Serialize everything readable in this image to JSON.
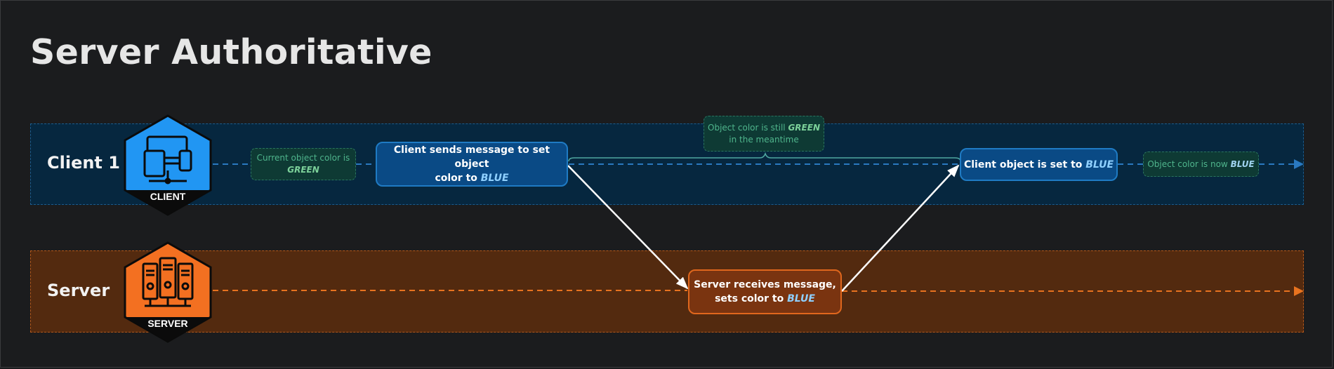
{
  "title": "Server Authoritative",
  "lanes": {
    "client": {
      "label": "Client 1",
      "badge": "CLIENT",
      "color": "#2196f3"
    },
    "server": {
      "label": "Server",
      "badge": "SERVER",
      "color": "#f37021"
    }
  },
  "notes": {
    "current": {
      "line1": "Current object color is",
      "value": "GREEN"
    },
    "meantime": {
      "pre": "Object color is still",
      "value": "GREEN",
      "line2": "in the meantime"
    },
    "now": {
      "pre": "Object color is now",
      "value": "BLUE"
    }
  },
  "boxes": {
    "client_send": {
      "line1": "Client sends message to set object",
      "line2_pre": "color to",
      "value": "BLUE"
    },
    "server_recv": {
      "line1": "Server receives message,",
      "line2_pre": "sets color to",
      "value": "BLUE"
    },
    "client_set": {
      "pre": "Client object is set to",
      "value": "BLUE"
    }
  },
  "colors": {
    "client_line": "#2a79c0",
    "server_line": "#e8731f",
    "message_arrow": "#ffffff"
  }
}
